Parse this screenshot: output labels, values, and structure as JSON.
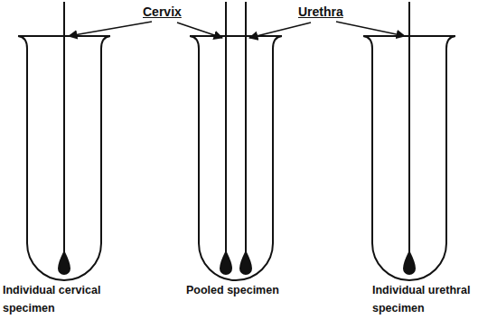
{
  "diagram": {
    "labels": [
      "Cervix",
      "Urethra",
      "Individual cervical specimen",
      "Pooled specimen",
      "Individual urethral specimen"
    ]
  }
}
